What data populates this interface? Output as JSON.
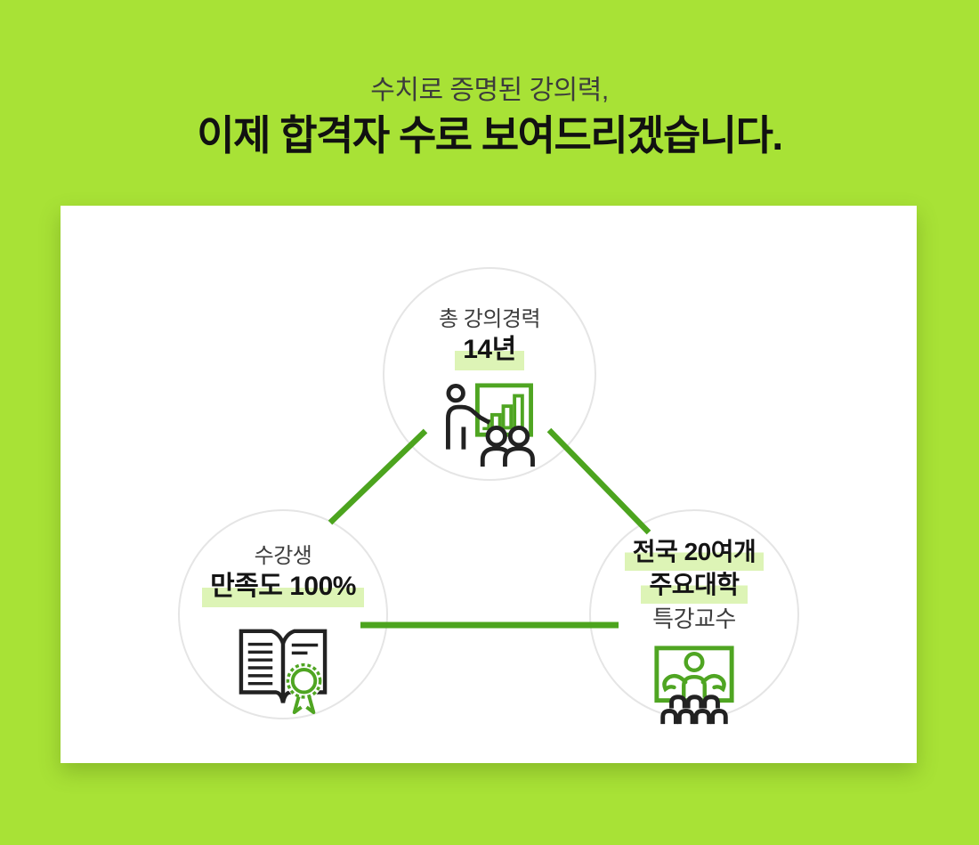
{
  "theme": {
    "background": "#a8e236",
    "accent_green": "#4ca41e",
    "icon_green": "#4fa522",
    "icon_dark": "#222222",
    "highlight": "#ddf4b6",
    "circle_border": "#e5e5e5"
  },
  "header": {
    "subtitle": "수치로 증명된 강의력,",
    "title": "이제 합격자 수로 보여드리겠습니다."
  },
  "diagram": {
    "nodes": [
      {
        "id": "lecture-experience",
        "top_label": "총 강의경력",
        "highlight_lines": [
          "14년"
        ],
        "icon": "presentation-chart-icon"
      },
      {
        "id": "student-satisfaction",
        "top_label": "수강생",
        "highlight_lines": [
          "만족도 100%"
        ],
        "icon": "book-award-icon"
      },
      {
        "id": "university-special-lectures",
        "highlight_lines": [
          "전국 20여개",
          "주요대학"
        ],
        "bottom_label": "특강교수",
        "icon": "professor-audience-icon"
      }
    ]
  }
}
